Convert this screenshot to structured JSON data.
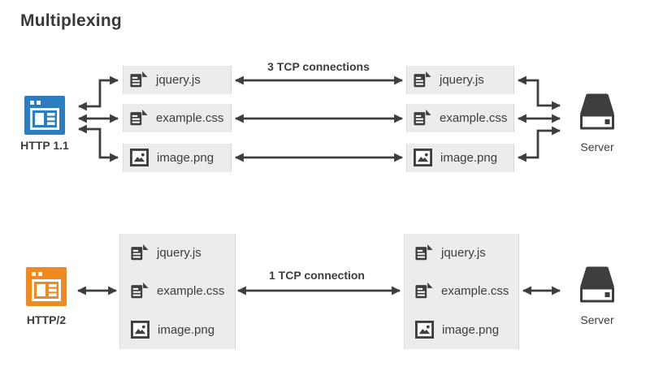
{
  "title": "Multiplexing",
  "colors": {
    "http1_client": "#2c7dbf",
    "http2_client": "#f18a1e",
    "dark": "#3e3e3e",
    "box_bg": "#ececec"
  },
  "icons": {
    "browser": "browser-icon",
    "server": "server-icon",
    "text_file": "file-text-icon",
    "image_file": "image-icon"
  },
  "http1": {
    "client_label": "HTTP 1.1",
    "connection_label": "3 TCP connections",
    "server_label": "Server",
    "client_files": [
      "jquery.js",
      "example.css",
      "image.png"
    ],
    "server_files": [
      "jquery.js",
      "example.css",
      "image.png"
    ]
  },
  "http2": {
    "client_label": "HTTP/2",
    "connection_label": "1 TCP connection",
    "server_label": "Server",
    "client_files": [
      "jquery.js",
      "example.css",
      "image.png"
    ],
    "server_files": [
      "jquery.js",
      "example.css",
      "image.png"
    ]
  }
}
